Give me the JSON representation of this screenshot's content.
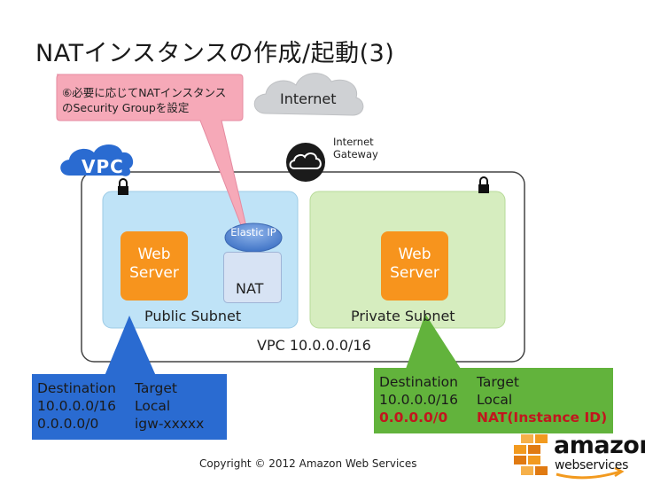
{
  "title": "NATインスタンスの作成/起動(3)",
  "callout": {
    "text": "⑥必要に応じてNATインスタンスのSecurity Groupを設定"
  },
  "internet": {
    "label": "Internet"
  },
  "igw": {
    "label": "Internet Gateway"
  },
  "vpc": {
    "tag": "VPC",
    "cidr_label": "VPC 10.0.0.0/16"
  },
  "public_subnet": {
    "label": "Public Subnet",
    "web_server": "Web Server",
    "elastic_ip": "Elastic IP",
    "nat": "NAT"
  },
  "private_subnet": {
    "label": "Private Subnet",
    "web_server": "Web Server"
  },
  "route_table_public": {
    "headers": [
      "Destination",
      "Target"
    ],
    "rows": [
      [
        "10.0.0.0/16",
        "Local"
      ],
      [
        "0.0.0.0/0",
        "igw-xxxxx"
      ]
    ]
  },
  "route_table_private": {
    "headers": [
      "Destination",
      "Target"
    ],
    "rows": [
      [
        "10.0.0.0/16",
        "Local"
      ],
      [
        "0.0.0.0/0",
        "NAT(Instance ID)"
      ]
    ]
  },
  "footer": {
    "copyright": "Copyright © 2012 Amazon Web Services"
  },
  "logo": {
    "amazon": "amazon",
    "webservices": "webservices"
  },
  "colors": {
    "public_subnet": "#bfe3f7",
    "private_subnet": "#d6edbf",
    "server": "#f7941d",
    "public_rt": "#2a6bd1",
    "private_rt": "#62b33c",
    "highlight": "#c1171e",
    "callout": "#f6a9b8"
  }
}
